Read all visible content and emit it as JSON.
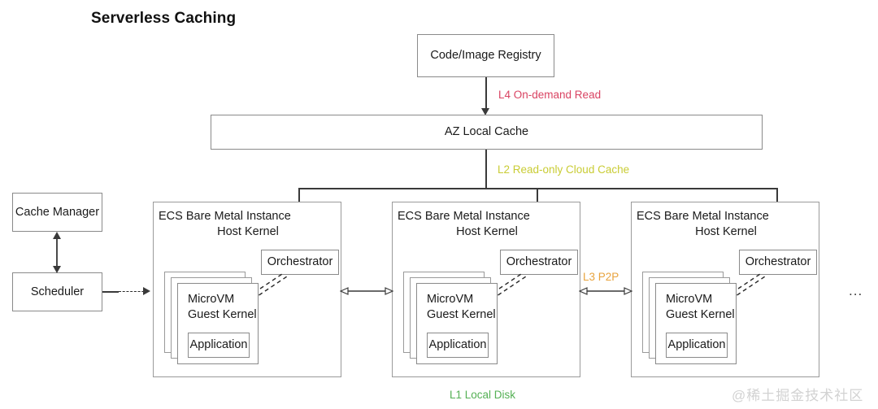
{
  "diagram": {
    "title": "Serverless Caching",
    "registry": {
      "label": "Code/Image Registry"
    },
    "az_cache": {
      "label": "AZ Local Cache"
    },
    "left_column": {
      "cache_manager": "Cache Manager",
      "scheduler": "Scheduler"
    },
    "panels": [
      {
        "title_line1": "ECS Bare Metal Instance",
        "title_line2": "Host Kernel",
        "orchestrator": "Orchestrator",
        "vm_line1": "MicroVM",
        "vm_line2": "Guest Kernel",
        "application": "Application"
      },
      {
        "title_line1": "ECS Bare Metal Instance",
        "title_line2": "Host Kernel",
        "orchestrator": "Orchestrator",
        "vm_line1": "MicroVM",
        "vm_line2": "Guest Kernel",
        "application": "Application"
      },
      {
        "title_line1": "ECS Bare Metal Instance",
        "title_line2": "Host Kernel",
        "orchestrator": "Orchestrator",
        "vm_line1": "MicroVM",
        "vm_line2": "Guest Kernel",
        "application": "Application"
      }
    ],
    "edge_labels": {
      "l4": "L4 On-demand Read",
      "l2": "L2 Read-only Cloud Cache",
      "l3": "L3 P2P",
      "l1": "L1 Local Disk"
    },
    "more_instances": "...",
    "watermark": "@稀土掘金技术社区",
    "colors": {
      "l4": "#d94362",
      "l2": "#c9cc34",
      "l3": "#e8a33d",
      "l1": "#54b054",
      "stroke": "#8a8a8a",
      "connector": "#3a3a3a",
      "watermark": "#d2d2d2"
    }
  }
}
